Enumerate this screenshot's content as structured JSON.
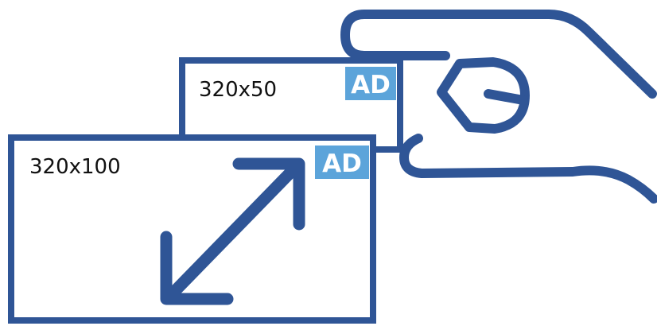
{
  "small_banner": {
    "size_label": "320x50",
    "badge": "AD"
  },
  "large_banner": {
    "size_label": "320x100",
    "badge": "AD"
  },
  "colors": {
    "outline": "#2f5596",
    "badge_fill": "#5ca4da",
    "badge_text": "#ffffff",
    "label_text": "#111111"
  }
}
